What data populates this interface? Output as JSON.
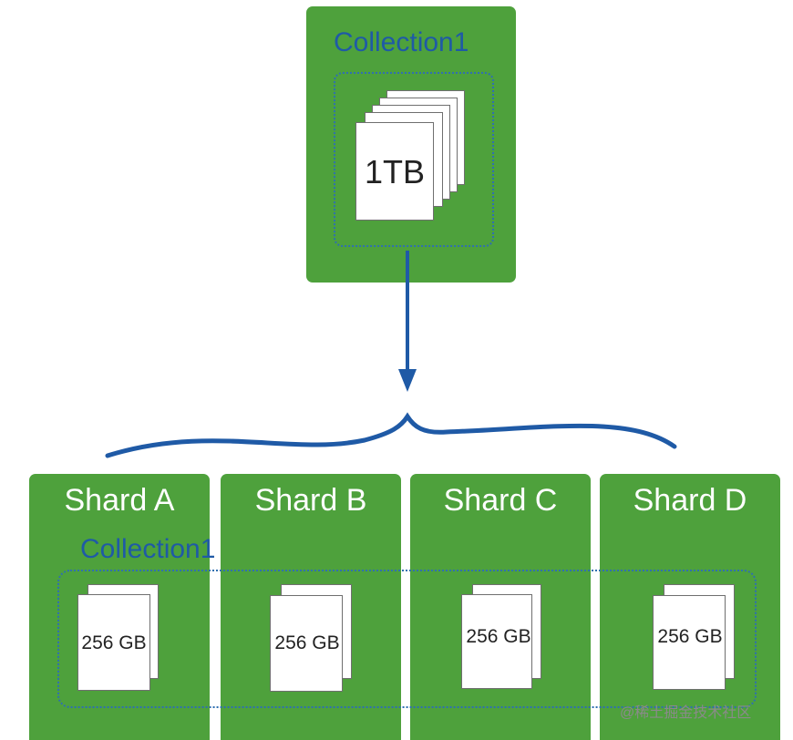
{
  "top_box": {
    "label": "Collection1",
    "size_label": "1TB"
  },
  "shards": [
    {
      "label": "Shard A",
      "chunk_label": "256 GB"
    },
    {
      "label": "Shard B",
      "chunk_label": "256 GB"
    },
    {
      "label": "Shard C",
      "chunk_label": "256 GB"
    },
    {
      "label": "Shard D",
      "chunk_label": "256 GB"
    }
  ],
  "bottom_collection_label": "Collection1",
  "watermark": "@稀土掘金技术社区",
  "colors": {
    "green": "#4ea13c",
    "blue": "#1f5aa6",
    "page_white": "#ffffff"
  }
}
